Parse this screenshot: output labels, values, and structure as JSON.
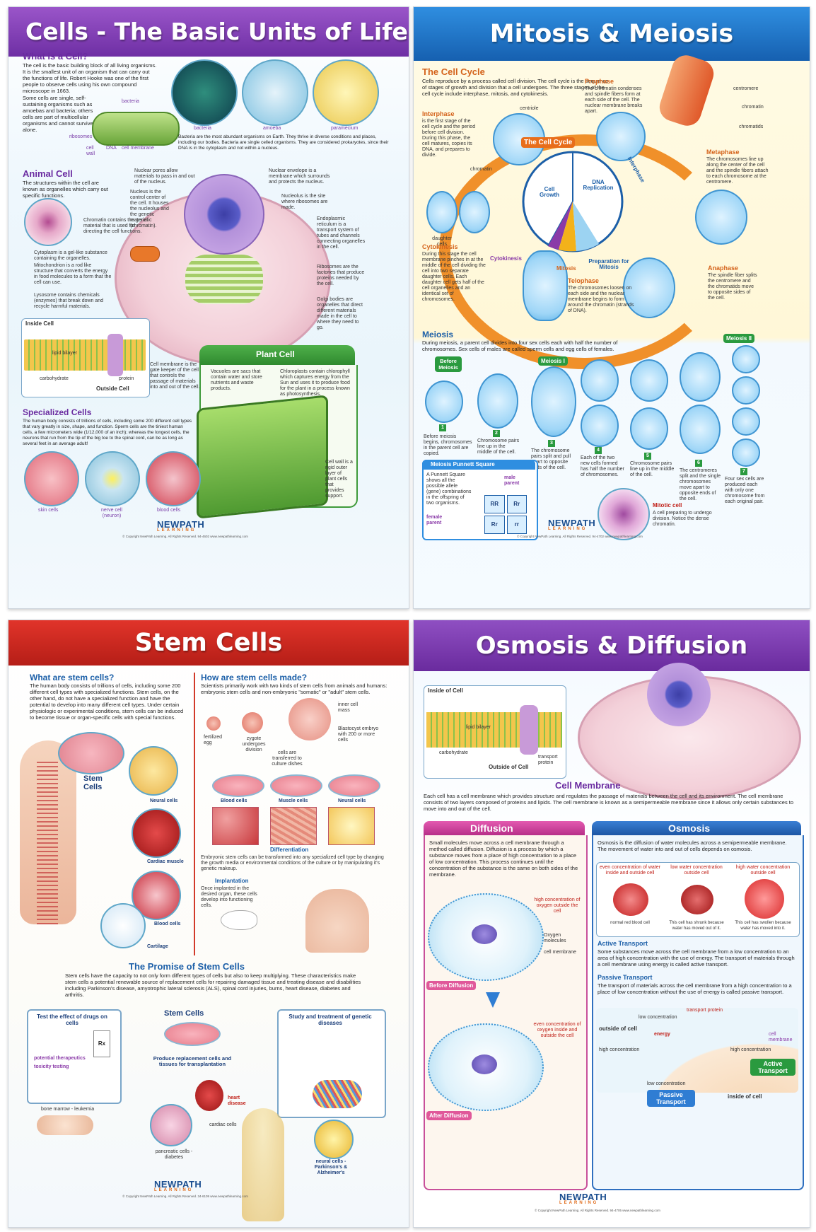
{
  "posters": {
    "cells": {
      "title": "Cells - The Basic Units of Life",
      "what_heading": "What is a Cell?",
      "what_text": "The cell is the basic building block of all living organisms. It is the smallest unit of an organism that can carry out the functions of life. Robert Hooke was one of the first people to observe cells using his own compound microscope in 1663.",
      "what_text2": "Some cells are single, self-sustaining organisms such as amoebas and bacteria; others cells are part of multicellular organisms and cannot survive alone.",
      "bacteria_labels": [
        "bacteria",
        "ribosomes",
        "cell wall",
        "DNA",
        "cell membrane"
      ],
      "photo_labels": [
        "bacteria",
        "amoeba",
        "paramecium"
      ],
      "bacteria_text": "Bacteria are the most abundant organisms on Earth. They thrive in diverse conditions and places, including our bodies. Bacteria are single celled organisms. They are considered prokaryotes, since their DNA is in the cytoplasm and not within a nucleus.",
      "animal_heading": "Animal Cell",
      "animal_text": "The structures within the cell are known as organelles which carry out specific functions.",
      "organelles": [
        "Nuclear pores allow materials to pass in and out of the nucleus.",
        "Nuclear envelope is a membrane which surrounds and protects the nucleus.",
        "Nucleus is the control center of the cell. It houses the nucleolus and the genetic material (chromatin).",
        "Nucleolus is the site where ribosomes are made.",
        "Chromatin contains the genetic material that is used for directing the cell functions.",
        "Endoplasmic reticulum is a transport system of tubes and channels connecting organelles in the cell.",
        "Cytoplasm is a gel-like substance containing the organelles.",
        "Mitochondrion is a rod like structure that converts the energy in food molecules to a form that the cell can use.",
        "Ribosomes are the factories that produce proteins needed by the cell.",
        "Lysosome contains chemicals (enzymes) that break down and recycle harmful materials.",
        "Golgi bodies are organelles that direct different materials made in the cell to where they need to go.",
        "Cell membrane is the gate keeper of the cell that controls the passage of materials into and out of the cell."
      ],
      "inside_cell": "Inside Cell",
      "lipid_bilayer": "lipid bilayer",
      "carbohydrate": "carbohydrate",
      "protein": "protein",
      "outside_cell": "Outside Cell",
      "plant_heading": "Plant Cell",
      "plant_texts": [
        "Vacuoles are sacs that contain water and store nutrients and waste products.",
        "Chloroplasts contain chlorophyll which captures energy from the Sun and uses it to produce food for the plant in a process known as photosynthesis.",
        "Cell wall is a rigid outer layer of plant cells that provides support."
      ],
      "specialized_heading": "Specialized Cells",
      "specialized_text": "The human body consists of trillions of cells, including some 200 different cell types that vary greatly in size, shape, and function. Sperm cells are the tiniest human cells, a few micrometers wide (1/12,000 of an inch); whereas the longest cells, the neurons that run from the tip of the big toe to the spinal cord, can be as long as several feet in an average adult!",
      "specialized_labels": [
        "skin cells",
        "nerve cell (neuron)",
        "blood cells"
      ],
      "footer": "© Copyright NewPath Learning. All Rights Reserved. 94-4602 www.newpathlearning.com"
    },
    "mitosis": {
      "title": "Mitosis & Meiosis",
      "cycle_heading": "The Cell Cycle",
      "cycle_text": "Cells reproduce by a process called cell division. The cell cycle is the sequence of stages of growth and division that a cell undergoes. The three stages of the cell cycle include interphase, mitosis, and cytokinesis.",
      "prophase_heading": "Prophase",
      "prophase_text": "The chromatin condenses and spindle fibers form at each side of the cell. The nuclear membrane breaks apart.",
      "chrom_labels": [
        "centromere",
        "chromatin",
        "chromatids"
      ],
      "interphase_heading": "Interphase",
      "interphase_text": "is the first stage of the cell cycle and the period before cell division. During this phase, the cell matures, copies its DNA, and prepares to divide.",
      "centriole": "centriole",
      "chromatin": "chromatin",
      "pie_title": "The Cell Cycle",
      "pie_labels": [
        "Cell Growth",
        "DNA Replication",
        "Interphase",
        "Cytokinesis",
        "Mitosis",
        "Preparation for Mitosis"
      ],
      "metaphase_heading": "Metaphase",
      "metaphase_text": "The chromosomes line up along the center of the cell and the spindle fibers attach to each chromosome at the centromere.",
      "daughter_cells": "daughter cells",
      "cytokinesis_heading": "Cytokinesis",
      "cytokinesis_text": "During this stage the cell membrane pinches in at the middle of the cell dividing the cell into two separate daughter cells. Each daughter cell gets half of the cell organelles and an identical set of chromosomes.",
      "telophase_heading": "Telophase",
      "telophase_text": "The chromosomes loosen on each side and the nuclear membrane begins to form around the chromatin (strands of DNA).",
      "anaphase_heading": "Anaphase",
      "anaphase_text": "The spindle fiber splits the centromere and the chromatids move to opposite sides of the cell.",
      "meiosis_heading": "Meiosis",
      "meiosis_text": "During meiosis, a parent cell divides into four sex cells each with half the number of chromosomes. Sex cells of males are called sperm cells and egg cells of females.",
      "meiosis_tags": [
        "Before Meiosis",
        "Meiosis I",
        "Meiosis II"
      ],
      "meiosis_steps": [
        "Before meiosis begins, chromosomes in the parent cell are copied.",
        "Chromosome pairs line up in the middle of the cell.",
        "The chromosome pairs split and pull apart to opposite ends of the cell.",
        "Each of the two new cells formed has half the number of chromosomes.",
        "Chromosome pairs line up in the middle of the cell.",
        "The centromeres split and the single chromosomes move apart to opposite ends of the cell.",
        "Four sex cells are produced each with only one chromosome from each original pair."
      ],
      "punnett_heading": "Meiosis Punnett Square",
      "punnett_text": "A Punnett Square shows all the possible allele (gene) combinations in the offspring of two organisms.",
      "male_parent": "male parent",
      "female_parent": "female parent",
      "punnett_cells": [
        "RR",
        "Rr",
        "Rr",
        "rr"
      ],
      "mitotic_heading": "Mitotic cell",
      "mitotic_text": "A cell preparing to undergo division. Notice the dense chromatin.",
      "footer": "© Copyright NewPath Learning. All Rights Reserved. 94-4702 www.newpathlearning.com"
    },
    "stem": {
      "title": "Stem Cells",
      "what_heading": "What are stem cells?",
      "what_text": "The human body consists of trillions of cells, including some 200 different cell types with specialized functions. Stem cells, on the other hand, do not have a specialized function and have the potential to develop into many different cell types. Under certain physiologic or experimental conditions, stem cells can be induced to become tissue or organ-specific cells with special functions.",
      "body_labels": [
        "Stem Cells",
        "Neural cells",
        "Cardiac muscle",
        "Blood cells",
        "Cartilage"
      ],
      "how_heading": "How are stem cells made?",
      "how_text": "Scientists primarily work with two kinds of stem cells from animals and humans: embryonic stem cells and non-embryonic \"somatic\" or \"adult\" stem cells.",
      "how_labels": [
        "fertilized egg",
        "zygote undergoes division",
        "inner cell mass",
        "cells are transferred to culture dishes",
        "Blastocyst embryo with 200 or more cells"
      ],
      "dish_labels": [
        "Blood cells",
        "Muscle cells",
        "Neural cells"
      ],
      "differentiation": "Differentiation",
      "diff_text": "Embryonic stem cells can be transformed into any specialized cell type by changing the growth media or environmental conditions of the culture or by manipulating it's genetic makeup.",
      "implant_heading": "Implantation",
      "implant_text": "Once implanted in the desired organ, these cells develop into functioning cells.",
      "promise_heading": "The Promise of Stem Cells",
      "promise_text": "Stem cells have the capacity to not only form different types of cells but also to keep multiplying. These characteristics make stem cells a potential renewable source of replacement cells for repairing damaged tissue and treating disease and disabilities including Parkinson's disease, amyotrophic lateral sclerosis (ALS), spinal cord injuries, burns, heart disease, diabetes and arthritis.",
      "drug_heading": "Test the effect of drugs on cells",
      "drug_items": [
        "potential therapeutics",
        "toxicity testing"
      ],
      "rx": "Rx",
      "center_heading": "Stem Cells",
      "center_text": "Produce replacement cells and tissues for transplantation",
      "genetic_heading": "Study and treatment of genetic diseases",
      "bottom_labels": [
        "bone marrow - leukemia",
        "heart disease",
        "pancreatic cells - diabetes",
        "cardiac cells",
        "neural cells - Parkinson's & Alzheimer's"
      ],
      "footer": "© Copyright NewPath Learning. All Rights Reserved. 34-6109 www.newpathlearning.com"
    },
    "osmosis": {
      "title": "Osmosis & Diffusion",
      "inside_cell": "Inside of Cell",
      "lipid_bilayer": "lipid bilayer",
      "carbohydrate": "carbohydrate",
      "transport_protein": "transport protein",
      "outside_cell": "Outside of Cell",
      "membrane_heading": "Cell Membrane",
      "membrane_text": "Each cell has a cell membrane which provides structure and regulates the passage of materials between the cell and its environment. The cell membrane consists of two layers composed of proteins and lipids. The cell membrane is known as a semipermeable membrane since it allows only certain substances to move into and out of the cell.",
      "diffusion_heading": "Diffusion",
      "diffusion_text": "Small molecules move across a cell membrane through a method called diffusion. Diffusion is a process by which a substance moves from a place of high concentration to a place of low concentration. This process continues until the concentration of the substance is the same on both sides of the membrane.",
      "diff_labels": [
        "high concentration of oxygen outside the cell",
        "Oxygen molecules",
        "cell membrane",
        "Before Diffusion",
        "even concentration of oxygen inside and outside the cell",
        "After Diffusion"
      ],
      "osmosis_heading": "Osmosis",
      "osmosis_text": "Osmosis is the diffusion of water molecules across a semipermeable membrane. The movement of water into and out of cells depends on osmosis.",
      "osmo_cols": [
        "even concentration of water inside and outside cell",
        "low water concentration outside cell",
        "high water concentration outside cell"
      ],
      "osmo_captions": [
        "normal red blood cell",
        "This cell has shrunk because water has moved out of it.",
        "This cell has swollen because water has moved into it."
      ],
      "active_heading": "Active Transport",
      "active_text": "Some substances move across the cell membrane from a low concentration to an area of high concentration with the use of energy. The transport of materials through a cell membrane using energy is called active transport.",
      "passive_heading": "Passive Transport",
      "passive_text": "The transport of materials across the cell membrane from a high concentration to a place of low concentration without the use of energy is called passive transport.",
      "transport_labels": [
        "transport protein",
        "low concentration",
        "outside of cell",
        "energy",
        "cell membrane",
        "high concentration",
        "high concentration",
        "low concentration",
        "Active Transport",
        "Passive Transport",
        "inside of cell"
      ],
      "footer": "© Copyright NewPath Learning. All Rights Reserved. 94-4705 www.newpathlearning.com"
    }
  },
  "logo": {
    "name": "NEWPATH",
    "sub": "LEARNING"
  },
  "colors": {
    "purple": "#6e2fa4",
    "blue": "#1660b0",
    "red": "#b51e17",
    "orange": "#e88a1e"
  }
}
